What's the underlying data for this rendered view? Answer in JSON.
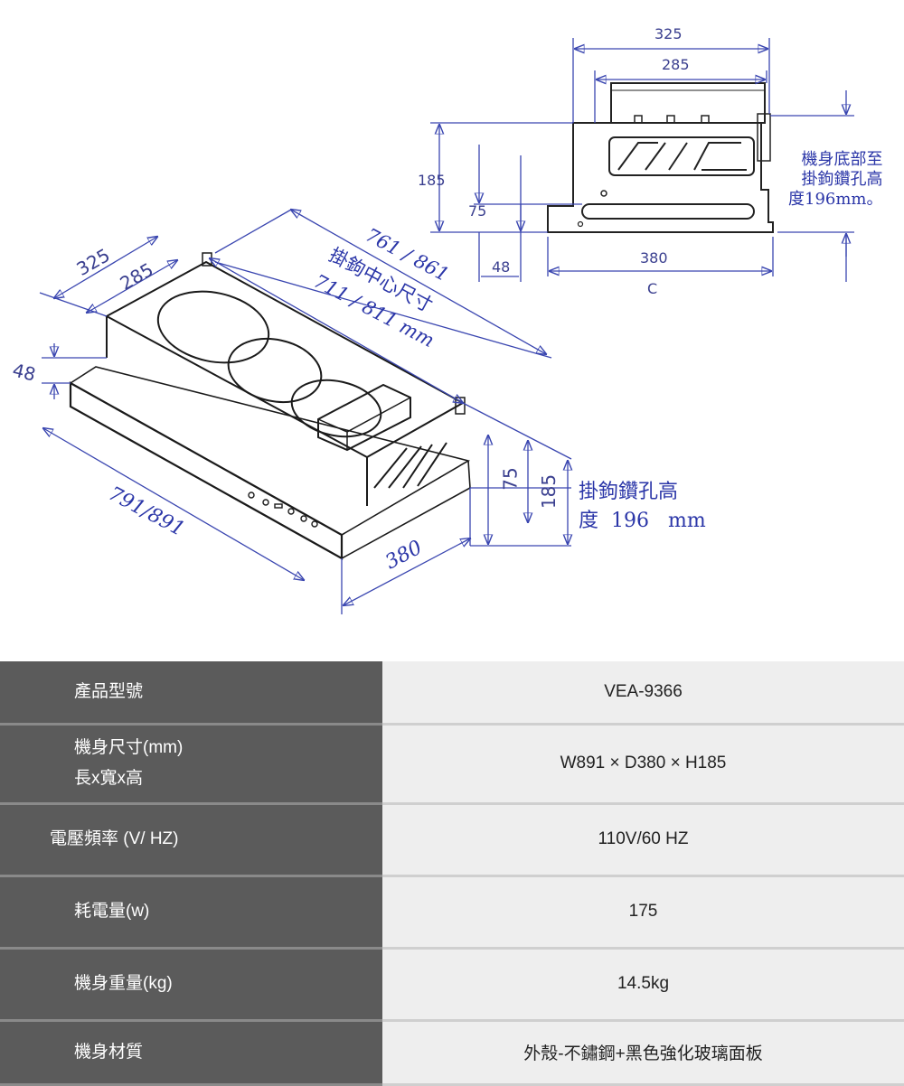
{
  "diagram": {
    "top_view": {
      "width_outer": "325",
      "width_inner": "285",
      "height_total": "185",
      "height_lower": "75",
      "height_small": "48",
      "depth": "380",
      "depth_code": "C",
      "note_lines": [
        "機身底部至",
        "掛鉤鑽孔高",
        "度196mm。"
      ]
    },
    "iso_view": {
      "left_outer": "325",
      "left_inner": "285",
      "left_height": "48",
      "hook_span": "761 / 861",
      "hook_label": "掛鉤中心尺寸",
      "hook_span_inner": "711 / 811 mm",
      "front_width": "791/891",
      "depth": "380",
      "right_75": "75",
      "right_185": "185",
      "drill_note_line1": "掛鉤鑽孔高",
      "drill_note_line2": "度  196   mm"
    }
  },
  "spec_table": {
    "rows": [
      {
        "key": "產品型號",
        "value": "VEA-9366"
      },
      {
        "key_line1": "機身尺寸(mm)",
        "key_line2": "長x寬x高",
        "value": "W891 × D380 × H185"
      },
      {
        "key": "電壓頻率 (V/ HZ)",
        "value": "110V/60 HZ"
      },
      {
        "key": "耗電量(w)",
        "value": "175"
      },
      {
        "key": "機身重量(kg)",
        "value": "14.5kg"
      },
      {
        "key": "機身材質",
        "value": "外殼-不鏽鋼+黑色強化玻璃面板"
      }
    ]
  }
}
